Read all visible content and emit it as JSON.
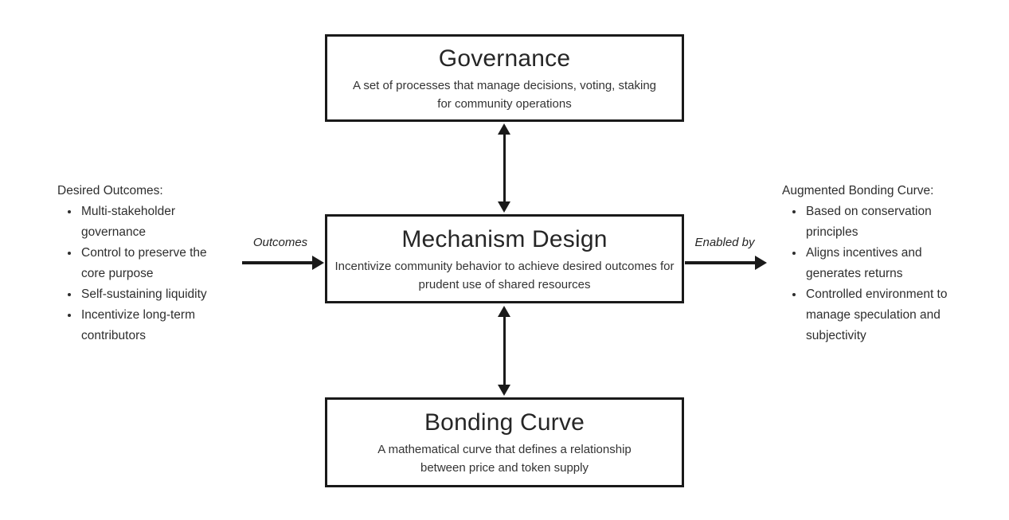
{
  "diagram": {
    "boxes": {
      "governance": {
        "title": "Governance",
        "description": "A set of processes that manage decisions, voting, staking for community operations"
      },
      "mechanism": {
        "title": "Mechanism Design",
        "description": "Incentivize community behavior to achieve desired outcomes for prudent use of shared resources"
      },
      "bonding": {
        "title": "Bonding Curve",
        "description": "A mathematical curve that defines a relationship between price and token supply"
      }
    },
    "left_panel": {
      "heading": "Desired Outcomes:",
      "items": [
        "Multi-stakeholder governance",
        "Control to preserve the core purpose",
        "Self-sustaining liquidity",
        "Incentivize long-term contributors"
      ]
    },
    "right_panel": {
      "heading": "Augmented Bonding Curve:",
      "items": [
        "Based on conservation principles",
        "Aligns incentives and generates returns",
        "Controlled environment to manage speculation and subjectivity"
      ]
    },
    "arrows": {
      "left_label": "Outcomes",
      "right_label": "Enabled by"
    },
    "colors": {
      "background": "#ffffff",
      "text": "#2e2e2e",
      "line": "#1a1a1a"
    }
  }
}
